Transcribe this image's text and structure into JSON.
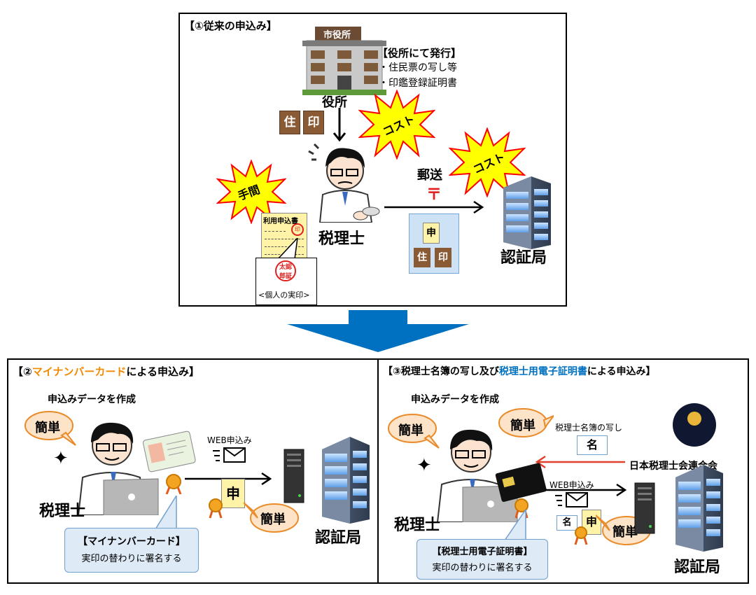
{
  "panel1": {
    "title": "【①従来の申込み】",
    "city_hall_sign": "市役所",
    "city_hall_label": "役所",
    "issued_heading": "【役所にて発行】",
    "issued_items": [
      "・住民票の写し等",
      "・印鑑登録証明書"
    ],
    "doc_jyu": "住",
    "doc_in": "印",
    "cost_label": "コスト",
    "tema_label": "手間",
    "tax_accountant_label": "税理士",
    "form_title": "利用申込書",
    "form_seal": "印",
    "personal_seal_text": "太認郎証",
    "personal_seal_caption": "<個人の実印>",
    "mail_label": "郵送",
    "mail_mark": "〒",
    "env_shin": "申",
    "certificate_authority_label": "認証局"
  },
  "panel2": {
    "title_prefix": "【②",
    "title_highlight": "マイナンバーカード",
    "title_suffix": "による申込み】",
    "create_data": "申込みデータを作成",
    "easy_label": "簡単",
    "tax_accountant_label": "税理士",
    "web_label": "WEB申込み",
    "shin_label": "申",
    "callout_title": "【マイナンバーカード】",
    "callout_text": "実印の替わりに署名する",
    "certificate_authority_label": "認証局"
  },
  "panel3": {
    "title_prefix": "【③税理士名簿の写し及び",
    "title_highlight": "税理士用電子証明書",
    "title_suffix": "による申込み】",
    "create_data": "申込みデータを作成",
    "easy_label": "簡単",
    "registry_copy_label": "税理士名簿の写し",
    "mei_label": "名",
    "federation_label": "日本税理士会連合会",
    "tax_accountant_label": "税理士",
    "web_label": "WEB申込み",
    "shin_label": "申",
    "callout_title": "【税理士用電子証明書】",
    "callout_text": "実印の替わりに署名する",
    "certificate_authority_label": "認証局"
  },
  "colors": {
    "arrow_blue": "#0070c0",
    "burst_yellow": "#ffff00",
    "burst_border": "#ff0000",
    "easy_bubble": "#fde3c7",
    "easy_bubble_border": "#e98b2a",
    "callout_fill": "#deeaf6",
    "callout_border": "#6fa0d0",
    "highlight_orange": "#f28a00",
    "highlight_blue": "#0071c0",
    "federation_arrow": "#e0402c"
  }
}
